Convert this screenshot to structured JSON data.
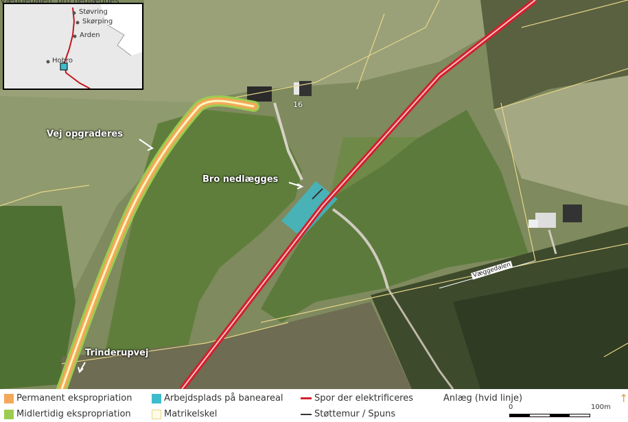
{
  "page": {
    "top_caption": "Væggedalen, bro nedlægges"
  },
  "map": {
    "labels": {
      "road_upgrade": "Vej opgraderes",
      "bridge_removed": "Bro nedlægges",
      "trinderupvej": "Trinderupvej",
      "house_number": "16",
      "vaeggedalen": "Væggedalen"
    }
  },
  "inset": {
    "towns": [
      "Støvring",
      "Skørping",
      "Arden",
      "Hobro"
    ]
  },
  "legend": {
    "permanent": "Permanent ekspropriation",
    "temporary": "Midlertidig ekspropriation",
    "workspace": "Arbejdsplads på baneareal",
    "cadastral": "Matrikelskel",
    "electrified": "Spor der elektrificeres",
    "retaining_wall": "Støttemur / Spuns",
    "construction": "Anlæg (hvid linje)",
    "scale_zero": "0",
    "scale_max": "100",
    "scale_unit": "m"
  },
  "colors": {
    "permanent": "#f4a85a",
    "temporary": "#9ccc4f",
    "workspace": "#3cbccc",
    "cadastral": "#fff7c0",
    "electrified": "#d21f2c",
    "retaining_wall": "#333333",
    "north_arrow": "#d9a34a"
  },
  "icons": {
    "north": "north-arrow-icon"
  }
}
